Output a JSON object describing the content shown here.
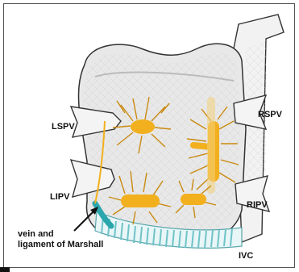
{
  "figure": {
    "labels": {
      "lspv": "LSPV",
      "rspv": "RSPV",
      "lipv": "LIPV",
      "ripv": "RIPV",
      "ivc": "IVC",
      "marshall_line1": "vein and",
      "marshall_line2": "ligament of Marshall"
    },
    "colors": {
      "atrium_fill": "#e6e6e6",
      "outline": "#333333",
      "ganglia": "#f2b01e",
      "ganglia_nerves": "#c98a10",
      "marshall_vein": "#2aa6ad",
      "ivc_stripes": "#6fc3c8"
    }
  }
}
